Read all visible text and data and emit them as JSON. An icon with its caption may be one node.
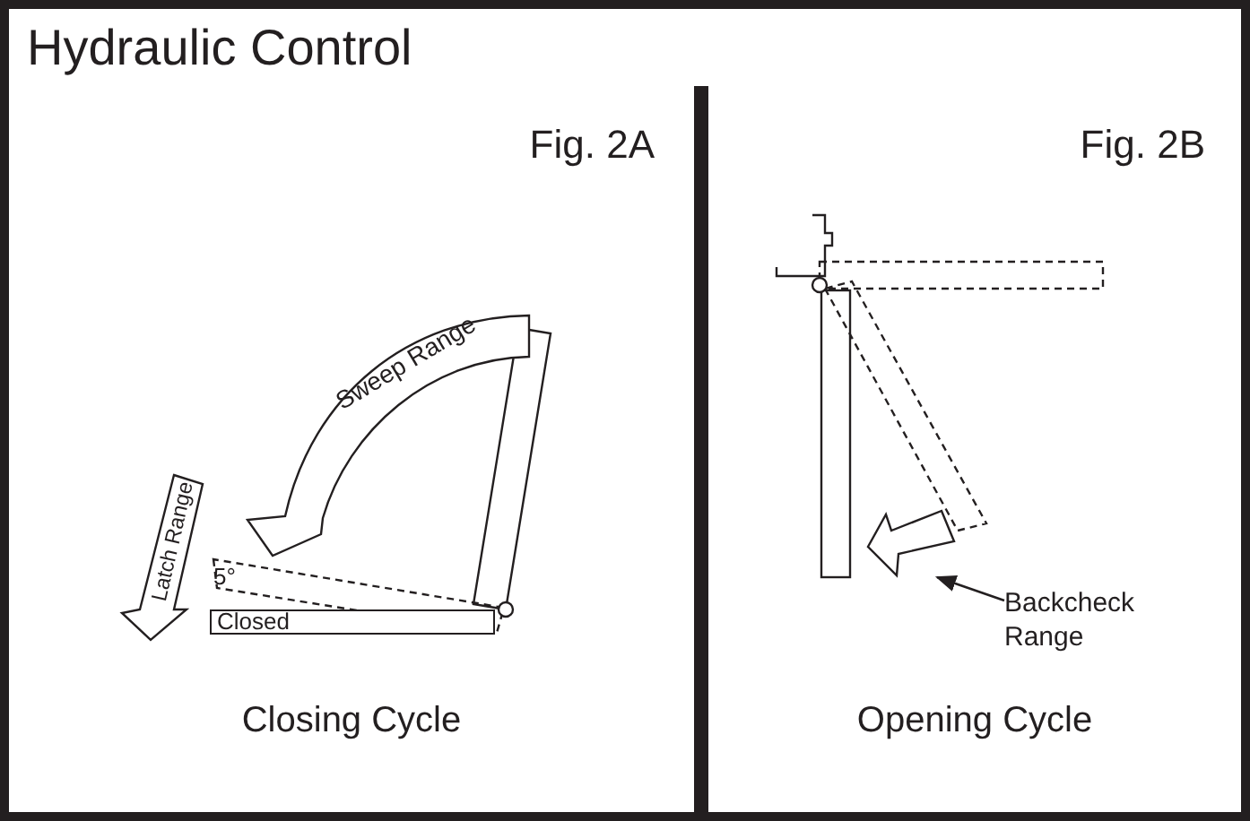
{
  "diagram": {
    "title": "Hydraulic Control",
    "nodes": [
      {
        "text": [
          "Fig. 2A",
          "Closing Cycle"
        ]
      },
      {
        "text": [
          "Sweep Range"
        ],
        "in": 0
      },
      {
        "text": [
          "Latch Range"
        ],
        "in": 0
      },
      {
        "text": [
          "Closed"
        ],
        "in": 0
      },
      {
        "text": [
          "Fig. 2B",
          "Opening Cycle"
        ]
      },
      {
        "text": [],
        "shape": "arrow",
        "in": 4
      },
      {
        "text": [
          "Backcheck Range"
        ],
        "in": 4
      }
    ],
    "edges": [
      {
        "from": 6,
        "to": 5,
        "arrow": "to"
      }
    ],
    "labels": [
      "5°"
    ]
  }
}
